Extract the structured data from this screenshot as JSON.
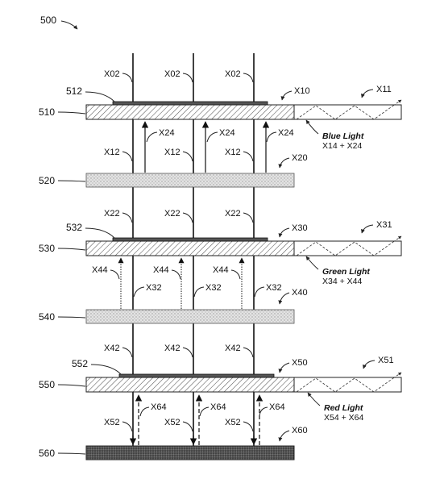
{
  "figure_number": "500",
  "layers": [
    {
      "ref": "510",
      "pattern": "hatch"
    },
    {
      "ref": "520",
      "pattern": "dots"
    },
    {
      "ref": "530",
      "pattern": "hatch"
    },
    {
      "ref": "540",
      "pattern": "dots"
    },
    {
      "ref": "550",
      "pattern": "hatch"
    },
    {
      "ref": "560",
      "pattern": "dense"
    }
  ],
  "thin_layers": [
    "512",
    "532",
    "552"
  ],
  "region_labels": [
    "X10",
    "X20",
    "X30",
    "X40",
    "X50",
    "X60"
  ],
  "guide_labels": [
    "X11",
    "X31",
    "X51"
  ],
  "wire_labels": {
    "top": "X02",
    "tier1": "X12",
    "tier2": "X22",
    "tier3": "X32",
    "tier4": "X42",
    "tier5": "X52"
  },
  "arrow_labels": {
    "blue": "X24",
    "green": "X44",
    "red": "X64"
  },
  "lights": [
    {
      "name": "Blue Light",
      "sum": "X14 + X24"
    },
    {
      "name": "Green Light",
      "sum": "X34 + X44"
    },
    {
      "name": "Red Light",
      "sum": "X54 + X64"
    }
  ]
}
